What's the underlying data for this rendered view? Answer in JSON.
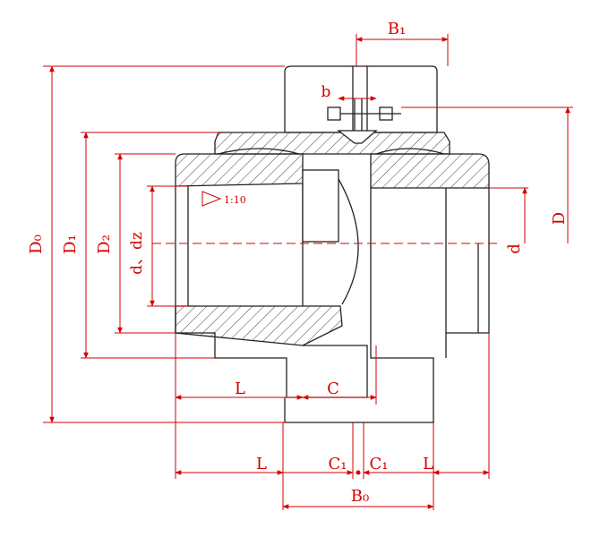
{
  "colors": {
    "dimension": "#d40000",
    "outline": "#222222",
    "hatch": "#444444",
    "background": "#ffffff"
  },
  "labels": {
    "B1": "B₁",
    "b": "b",
    "D0": "D₀",
    "D1": "D₁",
    "D2": "D₂",
    "d_dz": "d、dz",
    "D": "D",
    "d": "d",
    "taper": "1:10",
    "L_top": "L",
    "C": "C",
    "L_bottom_left": "L",
    "C1_left": "C₁",
    "C1_right": "C₁",
    "L_bottom_right": "L",
    "B0": "B₀"
  }
}
